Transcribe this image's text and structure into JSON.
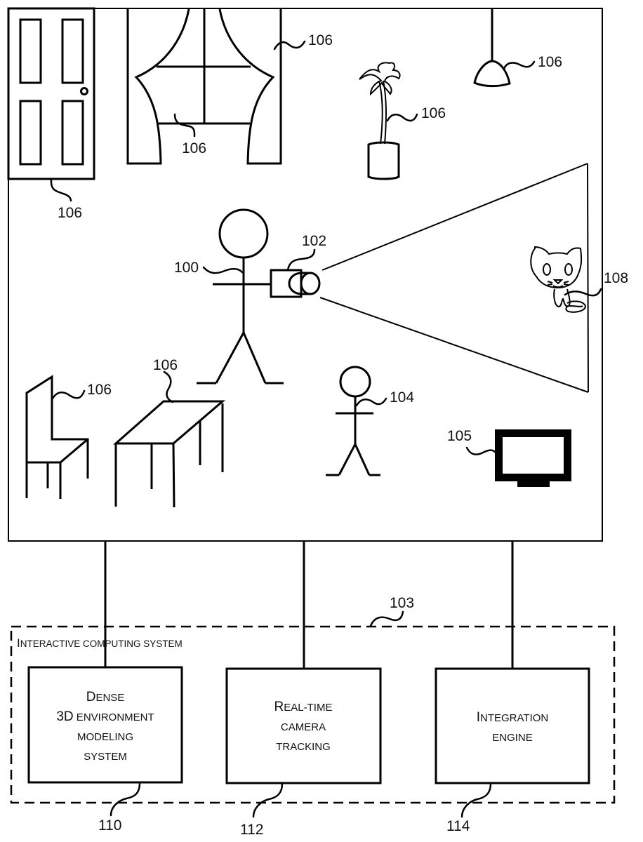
{
  "figure": {
    "scene": {
      "labels": {
        "door": "106",
        "window_curtains_right": "106",
        "window_curtains_inner": "106",
        "plant": "106",
        "lamp": "106",
        "chair": "106",
        "table": "106",
        "user": "100",
        "camera": "102",
        "other_person": "104",
        "display": "105",
        "cat": "108"
      }
    },
    "system": {
      "ref": "103",
      "title_initial": "I",
      "title_rest": "NTERACTIVE COMPUTING SYSTEM",
      "blocks": [
        {
          "ref": "110",
          "lines": [
            {
              "initial": "D",
              "rest": "ENSE"
            },
            {
              "initial": "3D",
              "rest": " ENVIRONMENT"
            },
            {
              "initial": "",
              "rest": "MODELING"
            },
            {
              "initial": "",
              "rest": "SYSTEM"
            }
          ]
        },
        {
          "ref": "112",
          "lines": [
            {
              "initial": "R",
              "rest": "EAL-TIME"
            },
            {
              "initial": "",
              "rest": "CAMERA"
            },
            {
              "initial": "",
              "rest": "TRACKING"
            }
          ]
        },
        {
          "ref": "114",
          "lines": [
            {
              "initial": "I",
              "rest": "NTEGRATION"
            },
            {
              "initial": "",
              "rest": "ENGINE"
            }
          ]
        }
      ]
    }
  }
}
